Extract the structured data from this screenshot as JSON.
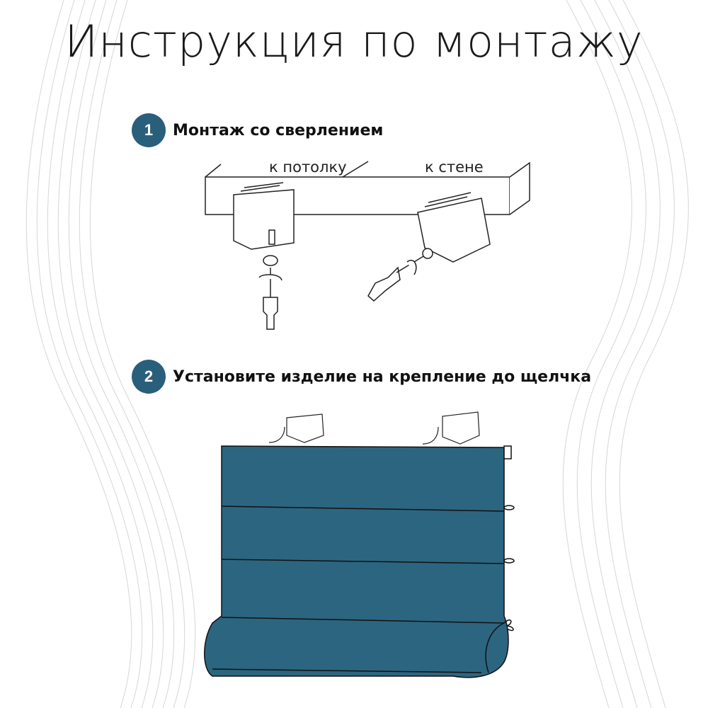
{
  "title": "Инструкция по монтажу",
  "steps": [
    {
      "number": "1",
      "text": "Монтаж со сверлением"
    },
    {
      "number": "2",
      "text": "Установите изделие на крепление до щелчка"
    }
  ],
  "labels": {
    "ceiling": "к потолку",
    "wall": "к стене"
  },
  "colors": {
    "accent": "#2a5f7c",
    "blind": "#2c6580"
  }
}
